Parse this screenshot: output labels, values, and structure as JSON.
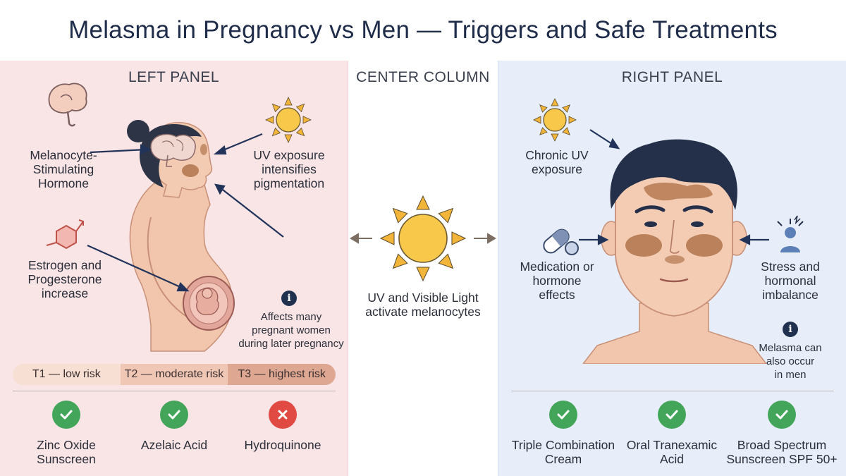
{
  "title": "Melasma in Pregnancy vs Men — Triggers and Safe Treatments",
  "left_panel": {
    "heading": "LEFT PANEL",
    "labels": {
      "hormone_line1": "Melanocyte-",
      "hormone_line2": "Stimulating",
      "hormone_line3": "Hormone",
      "uv_line1": "UV exposure",
      "uv_line2": "intensifies",
      "uv_line3": "pigmentation",
      "estrogen_line1": "Estrogen and",
      "estrogen_line2": "Progesterone",
      "estrogen_line3": "increase",
      "note_line1": "Affects many",
      "note_line2": "pregnant women",
      "note_line3": "during later pregnancy"
    },
    "risk_segments": [
      "T1 — low risk",
      "T2 — moderate risk",
      "T3 — highest risk"
    ],
    "treatments": [
      {
        "line1": "Zinc Oxide",
        "line2": "Sunscreen",
        "status": "safe"
      },
      {
        "line1": "Azelaic Acid",
        "line2": "",
        "status": "safe"
      },
      {
        "line1": "Hydroquinone",
        "line2": "",
        "status": "avoid"
      }
    ]
  },
  "center_column": {
    "heading": "CENTER COLUMN",
    "caption_line1": "UV and Visible Light",
    "caption_line2": "activate melanocytes"
  },
  "right_panel": {
    "heading": "RIGHT PANEL",
    "labels": {
      "uv_line1": "Chronic UV",
      "uv_line2": "exposure",
      "med_line1": "Medication or",
      "med_line2": "hormone",
      "med_line3": "effects",
      "stress_line1": "Stress and",
      "stress_line2": "hormonal",
      "stress_line3": "imbalance",
      "note_line1": "Melasma can",
      "note_line2": "also occur",
      "note_line3": "in men"
    },
    "treatments": [
      {
        "line1": "Triple Combination",
        "line2": "Cream",
        "status": "safe"
      },
      {
        "line1": "Oral Tranexamic",
        "line2": "Acid",
        "status": "safe"
      },
      {
        "line1": "Broad Spectrum",
        "line2": "Sunscreen SPF 50+",
        "status": "safe"
      }
    ]
  },
  "info_glyph": "i",
  "icons": [
    "brain-icon",
    "sun-icon",
    "hormone-molecule-icon",
    "fetus-icon",
    "info-icon",
    "pill-capsule-icon",
    "stressed-person-icon",
    "check-icon",
    "cross-icon"
  ],
  "colors": {
    "left_bg": "#f9e4e6",
    "right_bg": "#e7eef9",
    "safe": "#43a55a",
    "avoid": "#e04a42",
    "pigment": "#a8683c",
    "arrow": "#22335a"
  }
}
